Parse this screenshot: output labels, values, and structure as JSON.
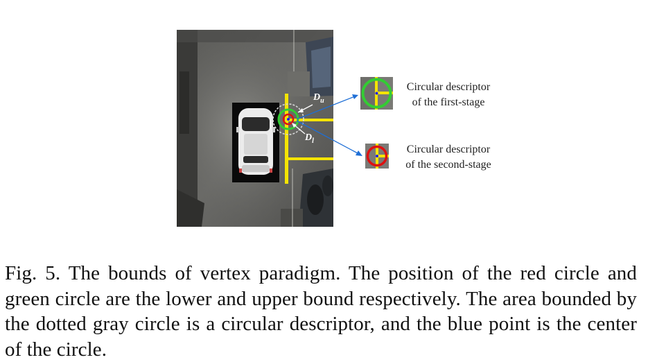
{
  "figure": {
    "annotations": {
      "upper_symbol": "D",
      "upper_subscript": "u",
      "lower_symbol": "D",
      "lower_subscript": "l"
    },
    "descriptors": [
      {
        "line1": "Circular descriptor",
        "line2": "of the first-stage"
      },
      {
        "line1": "Circular descriptor",
        "line2": "of the second-stage"
      }
    ],
    "colors": {
      "upper_bound_circle": "#33cc33",
      "lower_bound_circle": "#dd1111",
      "parking_line": "#f5e400",
      "center_point": "#1a1aff",
      "arrow": "#1f6fd6",
      "dotted_circle": "#c8c8c8"
    }
  },
  "caption": {
    "text": "Fig. 5. The bounds of vertex paradigm. The position of the red circle and green circle are the lower and upper bound respectively. The area bounded by the dotted gray circle is a circular descriptor, and the blue point is the center of the circle."
  }
}
